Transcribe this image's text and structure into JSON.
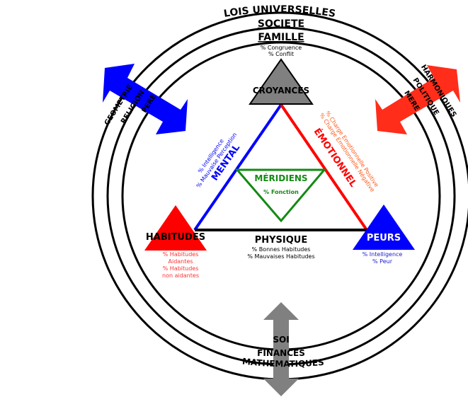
{
  "colors": {
    "blue": "#0000ff",
    "red": "#ff2d1a",
    "emotion_red": "#ff0000",
    "green": "#138a13",
    "gray": "#808080",
    "black": "#000000",
    "peur_text_blue": "#1a1acc",
    "habitudes_text_red": "#ff3030",
    "charge_text": "#ff5a1a"
  },
  "rings": {
    "outer_top": "LOIS UNIVERSELLES",
    "middle_top": "SOCIETE",
    "inner_top": "FAMILLE",
    "inner_bottom": "SOI",
    "middle_bottom": "FINANCES",
    "outer_bottom": "MATHEMATIQUES",
    "left_outer": "GEOMETRIE",
    "left_middle": "RELIGION",
    "left_inner": "PERE",
    "right_outer": "HARMONIQUES",
    "right_middle": "POLITIQUE",
    "right_inner": "MERE"
  },
  "famille_metrics": [
    "% Congruence",
    "% Conflit"
  ],
  "nodes": {
    "croyances": {
      "label": "CROYANCES"
    },
    "habitudes": {
      "label": "HABITUDES",
      "metrics": [
        "% Habitudes",
        "Aidantes",
        "% Habitudes",
        "non aidantes"
      ]
    },
    "peurs": {
      "label": "PEURS",
      "metrics": [
        "% Intelligence",
        "% Peur"
      ]
    }
  },
  "edges": {
    "mental": {
      "label": "MENTAL",
      "metrics": [
        "% Intelligence",
        "% Mauvaise Perception"
      ]
    },
    "emotionnel": {
      "label": "ÉMOTIONNEL",
      "metrics": [
        "% Charge Emotionnelle Positive",
        "% Charge Emotionnelle Négative"
      ]
    },
    "physique": {
      "label": "PHYSIQUE",
      "metrics": [
        "% Bonnes Habitudes",
        "% Mauvaises Habitudes"
      ]
    }
  },
  "center": {
    "label": "MÉRIDIENS",
    "metric": "% Fonction"
  }
}
